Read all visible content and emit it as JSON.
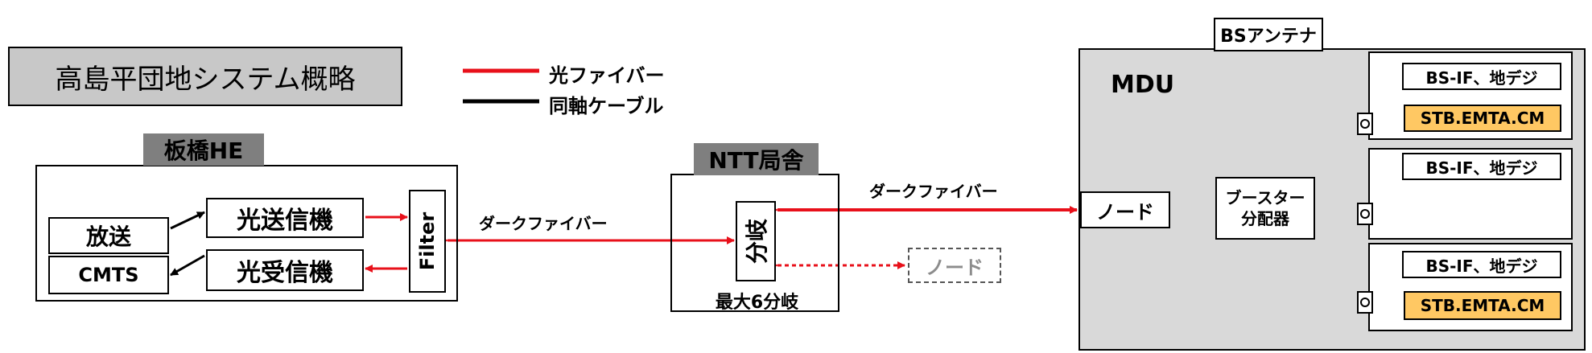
{
  "title": "高島平団地システム概略",
  "legend": {
    "fiber": {
      "label": "光ファイバー",
      "color": "#e8101a"
    },
    "coax": {
      "label": "同軸ケーブル",
      "color": "#000000"
    }
  },
  "itabashi": {
    "label": "板橋HE",
    "broadcast": "放送",
    "cmts": "CMTS",
    "tx": "光送信機",
    "rx": "光受信機",
    "filter": "Filter"
  },
  "dark_fiber_left": "ダークファイバー",
  "dark_fiber_right": "ダークファイバー",
  "ntt": {
    "label": "NTT局舎",
    "splitter": "分岐",
    "max_split": "最大6分岐",
    "node": "ノード"
  },
  "mdu": {
    "label": "MDU",
    "antenna": "BSアンテナ",
    "node": "ノード",
    "booster_line1": "ブースター",
    "booster_line2": "分配器",
    "units": [
      {
        "tv": "BS-IF、地デジ",
        "stb": "STB.EMTA.CM"
      },
      {
        "tv": "BS-IF、地デジ",
        "stb": ""
      },
      {
        "tv": "BS-IF、地デジ",
        "stb": "STB.EMTA.CM"
      }
    ]
  },
  "colors": {
    "title_bg": "#c8c8c8",
    "header_bg": "#7f7f7f",
    "mdu_bg": "#d9d9d9",
    "stb_bg": "#ffc863",
    "node_dashed_text": "#8c8c8c"
  }
}
